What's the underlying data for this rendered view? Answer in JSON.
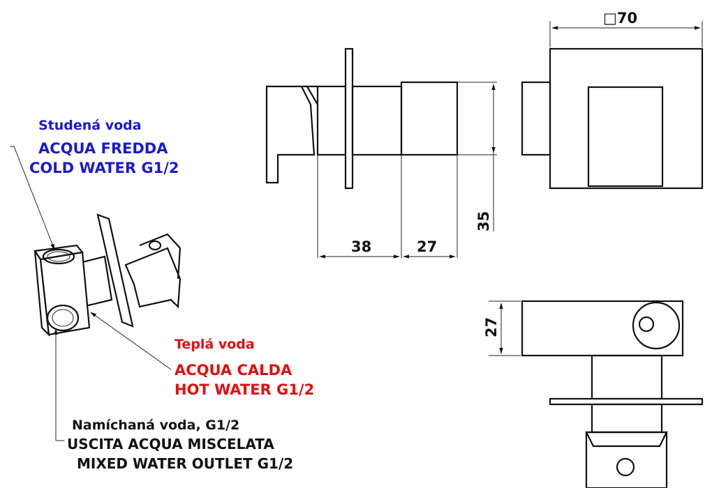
{
  "labels": {
    "cold": {
      "line1": "Studená voda",
      "line2": "ACQUA FREDDA",
      "line3": "COLD WATER G1/2",
      "color": "#1a1ad0"
    },
    "hot": {
      "line1": "Teplá voda",
      "line2": "ACQUA CALDA",
      "line3": "HOT WATER G1/2",
      "color": "#e01010"
    },
    "mixed": {
      "line1": "Namíchaná voda, G1/2",
      "line2": "USCITA ACQUA MISCELATA",
      "line3": "MIXED WATER OUTLET G1/2",
      "color": "#111111"
    }
  },
  "dimensions": {
    "width_square": "□70",
    "length_a": "38",
    "length_b": "27",
    "height": "35",
    "depth": "27"
  }
}
